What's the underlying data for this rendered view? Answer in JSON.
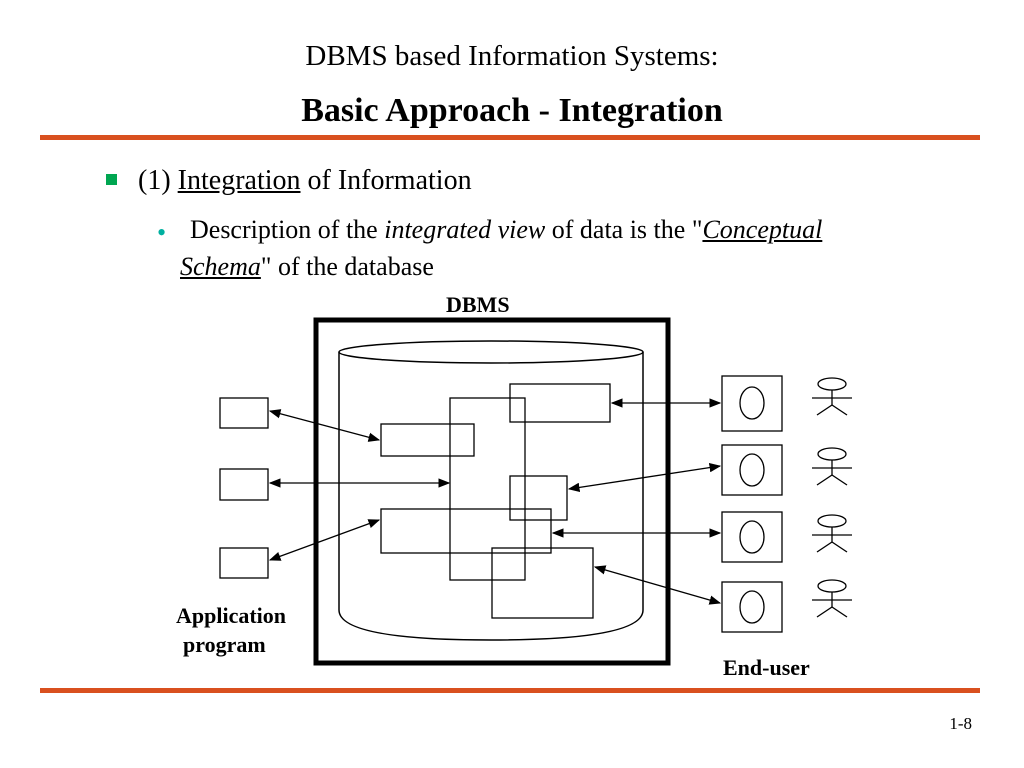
{
  "slide": {
    "title_line1": "DBMS based Information Systems:",
    "title_line2": "Basic Approach - Integration",
    "bullet1": {
      "prefix": "(1) ",
      "underlined": "Integration",
      "suffix": " of Information"
    },
    "bullet2": {
      "part1": "Description of the ",
      "italic1": "integrated view",
      "part2": " of data is the \"",
      "conceptual": "Conceptual",
      "schema": "Schema",
      "part3": "\" of the database"
    },
    "page_number": "1-8"
  },
  "diagram": {
    "dbms_label": "DBMS",
    "application_label_line1": "Application",
    "application_label_line2": "program",
    "end_user_label": "End-user"
  },
  "colors": {
    "rule": "#d9501f",
    "square_bullet": "#00a651",
    "dot_bullet": "#00b0a0"
  }
}
